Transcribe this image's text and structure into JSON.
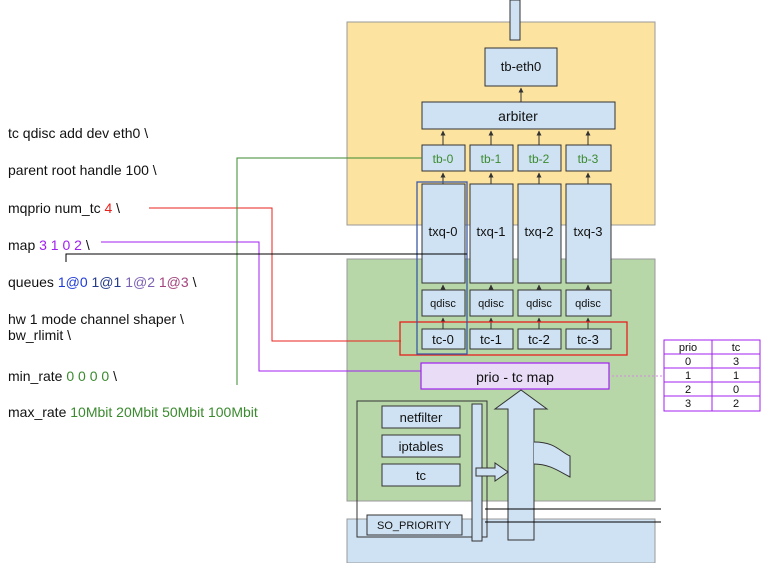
{
  "commands": {
    "line1": "tc qdisc add dev eth0 \\",
    "line2": "parent root handle 100 \\",
    "line3_prefix": "mqprio num_tc ",
    "line3_value": "4",
    "line3_suffix": " \\",
    "line4_prefix": "map ",
    "line4_value": "3 1 0 2",
    "line4_suffix": " \\",
    "line5_prefix": "queues ",
    "line5_q0": "1@0",
    "line5_q1": "1@1",
    "line5_q2": "1@2",
    "line5_q3": "1@3",
    "line5_suffix": " \\",
    "line6": "hw 1 mode channel shaper \\",
    "line7": "bw_rlimit \\",
    "line8_prefix": "min_rate ",
    "line8_value": "0 0 0 0",
    "line8_suffix": " \\",
    "line9_prefix": "max_rate ",
    "line9_value": "10Mbit 20Mbit 50Mbit 100Mbit"
  },
  "diagram": {
    "device": "tb-eth0",
    "arbiter": "arbiter",
    "tb": [
      "tb-0",
      "tb-1",
      "tb-2",
      "tb-3"
    ],
    "txq": [
      "txq-0",
      "txq-1",
      "txq-2",
      "txq-3"
    ],
    "qdisc": [
      "qdisc",
      "qdisc",
      "qdisc",
      "qdisc"
    ],
    "tc": [
      "tc-0",
      "tc-1",
      "tc-2",
      "tc-3"
    ],
    "prio_tc_map": "prio - tc map",
    "stack": [
      "netfilter",
      "iptables",
      "tc"
    ],
    "so_priority": "SO_PRIORITY"
  },
  "map_table": {
    "headers": [
      "prio",
      "tc"
    ],
    "rows": [
      [
        "0",
        "3"
      ],
      [
        "1",
        "1"
      ],
      [
        "2",
        "0"
      ],
      [
        "3",
        "2"
      ]
    ]
  },
  "colors": {
    "hardware_bg": "#fde3a0",
    "kernel_bg": "#b7d7a8",
    "socket_bg": "#cfe2f3",
    "box_fill": "#cfe2f3",
    "box_stroke": "#333333",
    "tb_text": "#3b8a2f",
    "tc_frame": "#e8201c",
    "map_frame": "#a020f0",
    "txq0_frame": "#3c5aa6"
  }
}
